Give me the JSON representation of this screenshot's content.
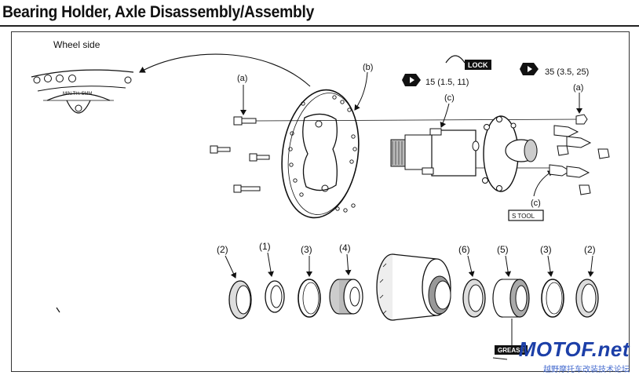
{
  "title": "Bearing Holder, Axle Disassembly/Assembly",
  "labels": {
    "wheel_side": "Wheel side",
    "a_left": "(a)",
    "b": "(b)",
    "c_upper": "(c)",
    "a_right": "(a)",
    "c_lower": "(c)",
    "torque_c": "15 (1.5, 11)",
    "torque_a": "35 (3.5, 25)",
    "lock": "LOCK",
    "s_tool": "S TOOL",
    "grease": "GREASE",
    "disc_text": "MIN.TH. 5MM"
  },
  "parts": [
    "(2)",
    "(1)",
    "(3)",
    "(4)",
    "(6)",
    "(5)",
    "(3)",
    "(2)"
  ],
  "watermark": {
    "text": "MOTOF.net",
    "sub": "越野摩托车改装技术论坛"
  }
}
